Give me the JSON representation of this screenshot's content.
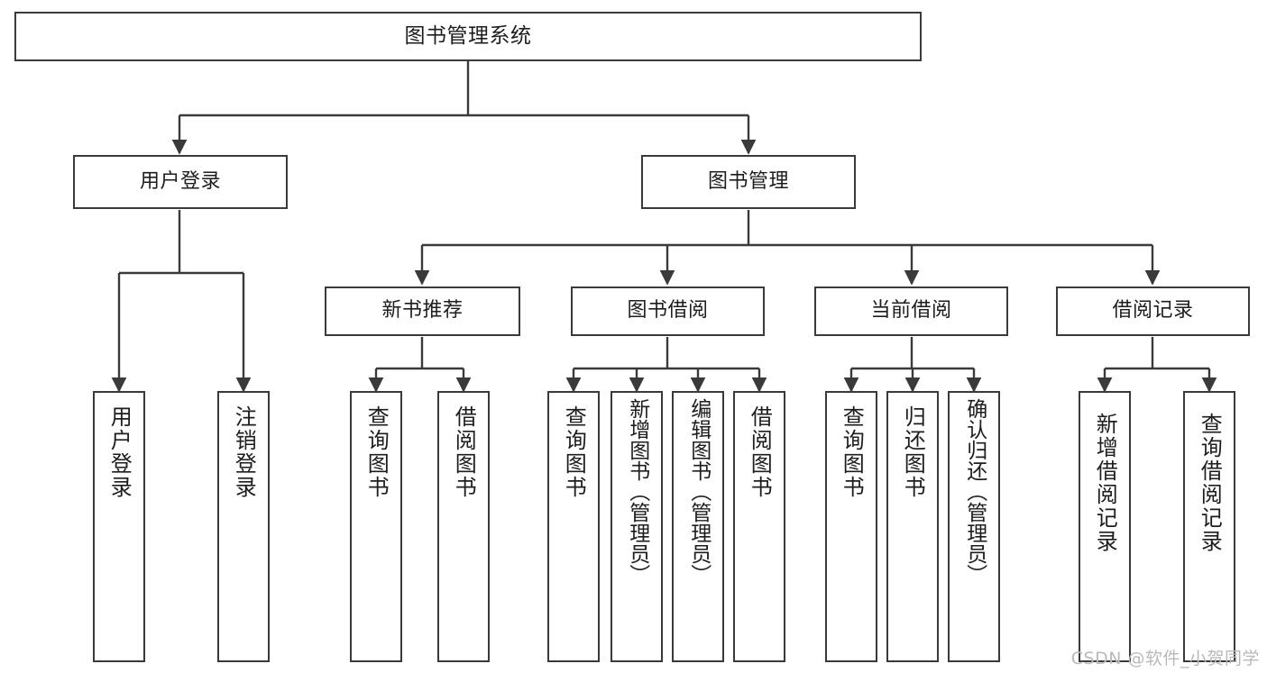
{
  "diagram": {
    "title": "图书管理系统",
    "type": "tree",
    "stroke_color": "#3a3a3a",
    "background_color": "#ffffff",
    "text_color": "#1d1d1d"
  },
  "nodes": {
    "root": {
      "label": "图书管理系统",
      "level": 1
    },
    "level2": [
      {
        "id": "user-login",
        "label": "用户登录"
      },
      {
        "id": "book-management",
        "label": "图书管理"
      }
    ],
    "level3": [
      {
        "id": "new-book-recommend",
        "label": "新书推荐"
      },
      {
        "id": "book-borrow",
        "label": "图书借阅"
      },
      {
        "id": "current-borrow",
        "label": "当前借阅"
      },
      {
        "id": "borrow-record",
        "label": "借阅记录"
      }
    ],
    "leaves": {
      "user_login": [
        {
          "id": "leaf-user-login",
          "label": "用户登录"
        },
        {
          "id": "leaf-logout-login",
          "label": "注销登录"
        }
      ],
      "new_book_recommend": [
        {
          "id": "leaf-query-book-1",
          "label": "查询图书"
        },
        {
          "id": "leaf-borrow-book-1",
          "label": "借阅图书"
        }
      ],
      "book_borrow": [
        {
          "id": "leaf-query-book-2",
          "label": "查询图书"
        },
        {
          "id": "leaf-add-book",
          "label": "新增图书（管理员）"
        },
        {
          "id": "leaf-edit-book",
          "label": "编辑图书（管理员）"
        },
        {
          "id": "leaf-borrow-book-2",
          "label": "借阅图书"
        }
      ],
      "current_borrow": [
        {
          "id": "leaf-query-book-3",
          "label": "查询图书"
        },
        {
          "id": "leaf-return-book",
          "label": "归还图书"
        },
        {
          "id": "leaf-confirm-return",
          "label": "确认归还（管理员）"
        }
      ],
      "borrow_record": [
        {
          "id": "leaf-add-record",
          "label": "新增借阅记录"
        },
        {
          "id": "leaf-query-record",
          "label": "查询借阅记录"
        }
      ]
    }
  },
  "watermark": {
    "text": "CSDN @软件_小贺同学"
  }
}
